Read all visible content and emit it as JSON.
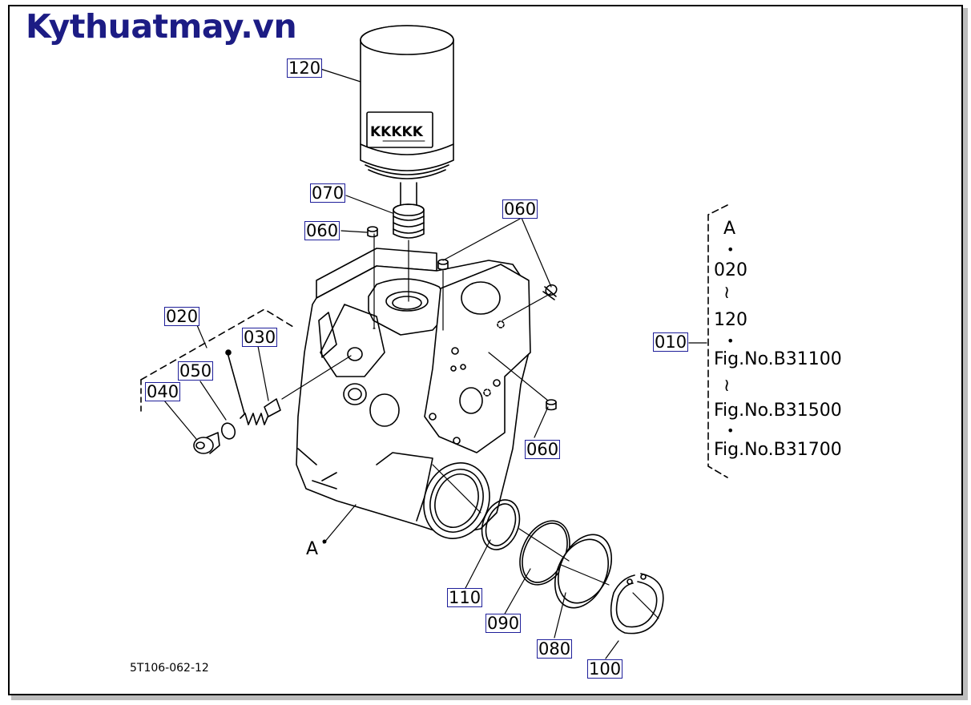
{
  "brand": "Kythuatmay.vn",
  "drawing_code": "5T106-062-12",
  "callouts": {
    "p120": "120",
    "p070": "070",
    "p060a": "060",
    "p060b": "060",
    "p060c": "060",
    "p020": "020",
    "p030": "030",
    "p050": "050",
    "p040": "040",
    "p010": "010",
    "p110": "110",
    "p090": "090",
    "p080": "080",
    "p100": "100"
  },
  "assembly_marker": "A",
  "legend": {
    "a": "A",
    "dot": "•",
    "start": "020",
    "tilde": "≀",
    "end": "120",
    "fig1": "Fig.No.B31100",
    "fig2": "Fig.No.B31500",
    "fig3": "Fig.No.B31700"
  },
  "filter_print": "KKKKK"
}
